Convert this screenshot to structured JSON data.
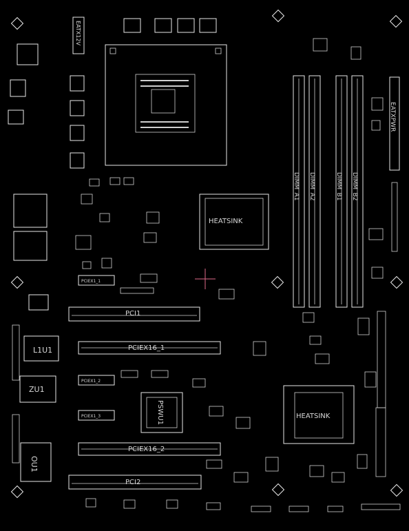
{
  "labels": {
    "eatx12v": "EATX12V",
    "eatxpwr": "EATXPWR",
    "dimm_a1": "DIMM_A1",
    "dimm_a2": "DIMM_A2",
    "dimm_b1": "DIMM_B1",
    "dimm_b2": "DIMM_B2",
    "heatsink_north": "HEATSINK",
    "heatsink_south": "HEATSINK",
    "pci1": "PCI1",
    "pci2": "PCI2",
    "pciex16_1": "PCIEX16_1",
    "pciex16_2": "PCIEX16_2",
    "pciex1_1": "PCIEX1_1",
    "pciex1_2": "PCIEX1_2",
    "pciex1_3": "PCIEX1_3",
    "psw": "PSWU1",
    "l1u1": "L1U1",
    "zu1": "ZU1",
    "ou1": "OU1"
  },
  "colors": {
    "background": "#000000",
    "outline": "#e8e8e8",
    "crosshair": "#e06a8a"
  }
}
